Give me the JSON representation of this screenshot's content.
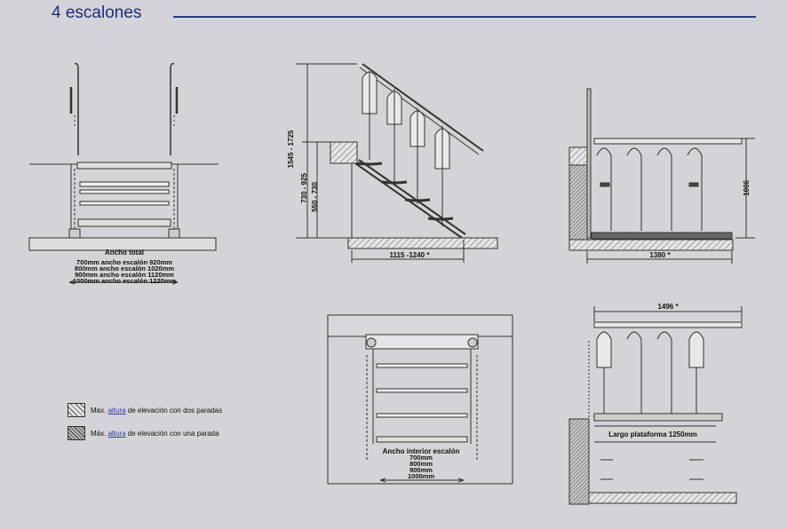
{
  "title": "4 escalones",
  "views": {
    "front": {
      "label": "Ancho total",
      "widths": [
        "700mm ancho escalón 920mm",
        "800mm ancho escalón 1020mm",
        "900mm ancho escalón 1120mm",
        "1000mm ancho escalón 1220mm"
      ]
    },
    "side": {
      "dim_total_height": "1545 - 1725",
      "dim_mid_height": "730 - 925",
      "dim_low_height": "550 - 730",
      "dim_length": "1115 -1240 *"
    },
    "platform_side": {
      "dim_height": "1006",
      "dim_length": "1380 *"
    },
    "top": {
      "label": "Ancho interior escalón",
      "widths": [
        "700mm",
        "800mm",
        "900mm",
        "1000mm"
      ]
    },
    "platform_top": {
      "dim_length": "1496 *",
      "label": "Largo plataforma 1250mm"
    }
  },
  "legend": [
    {
      "pre": "Máx. ",
      "link": "altura",
      "post": " de elevación con dos paradas"
    },
    {
      "pre": "Máx. ",
      "link": "altura",
      "post": " de elevación con una parada"
    }
  ]
}
